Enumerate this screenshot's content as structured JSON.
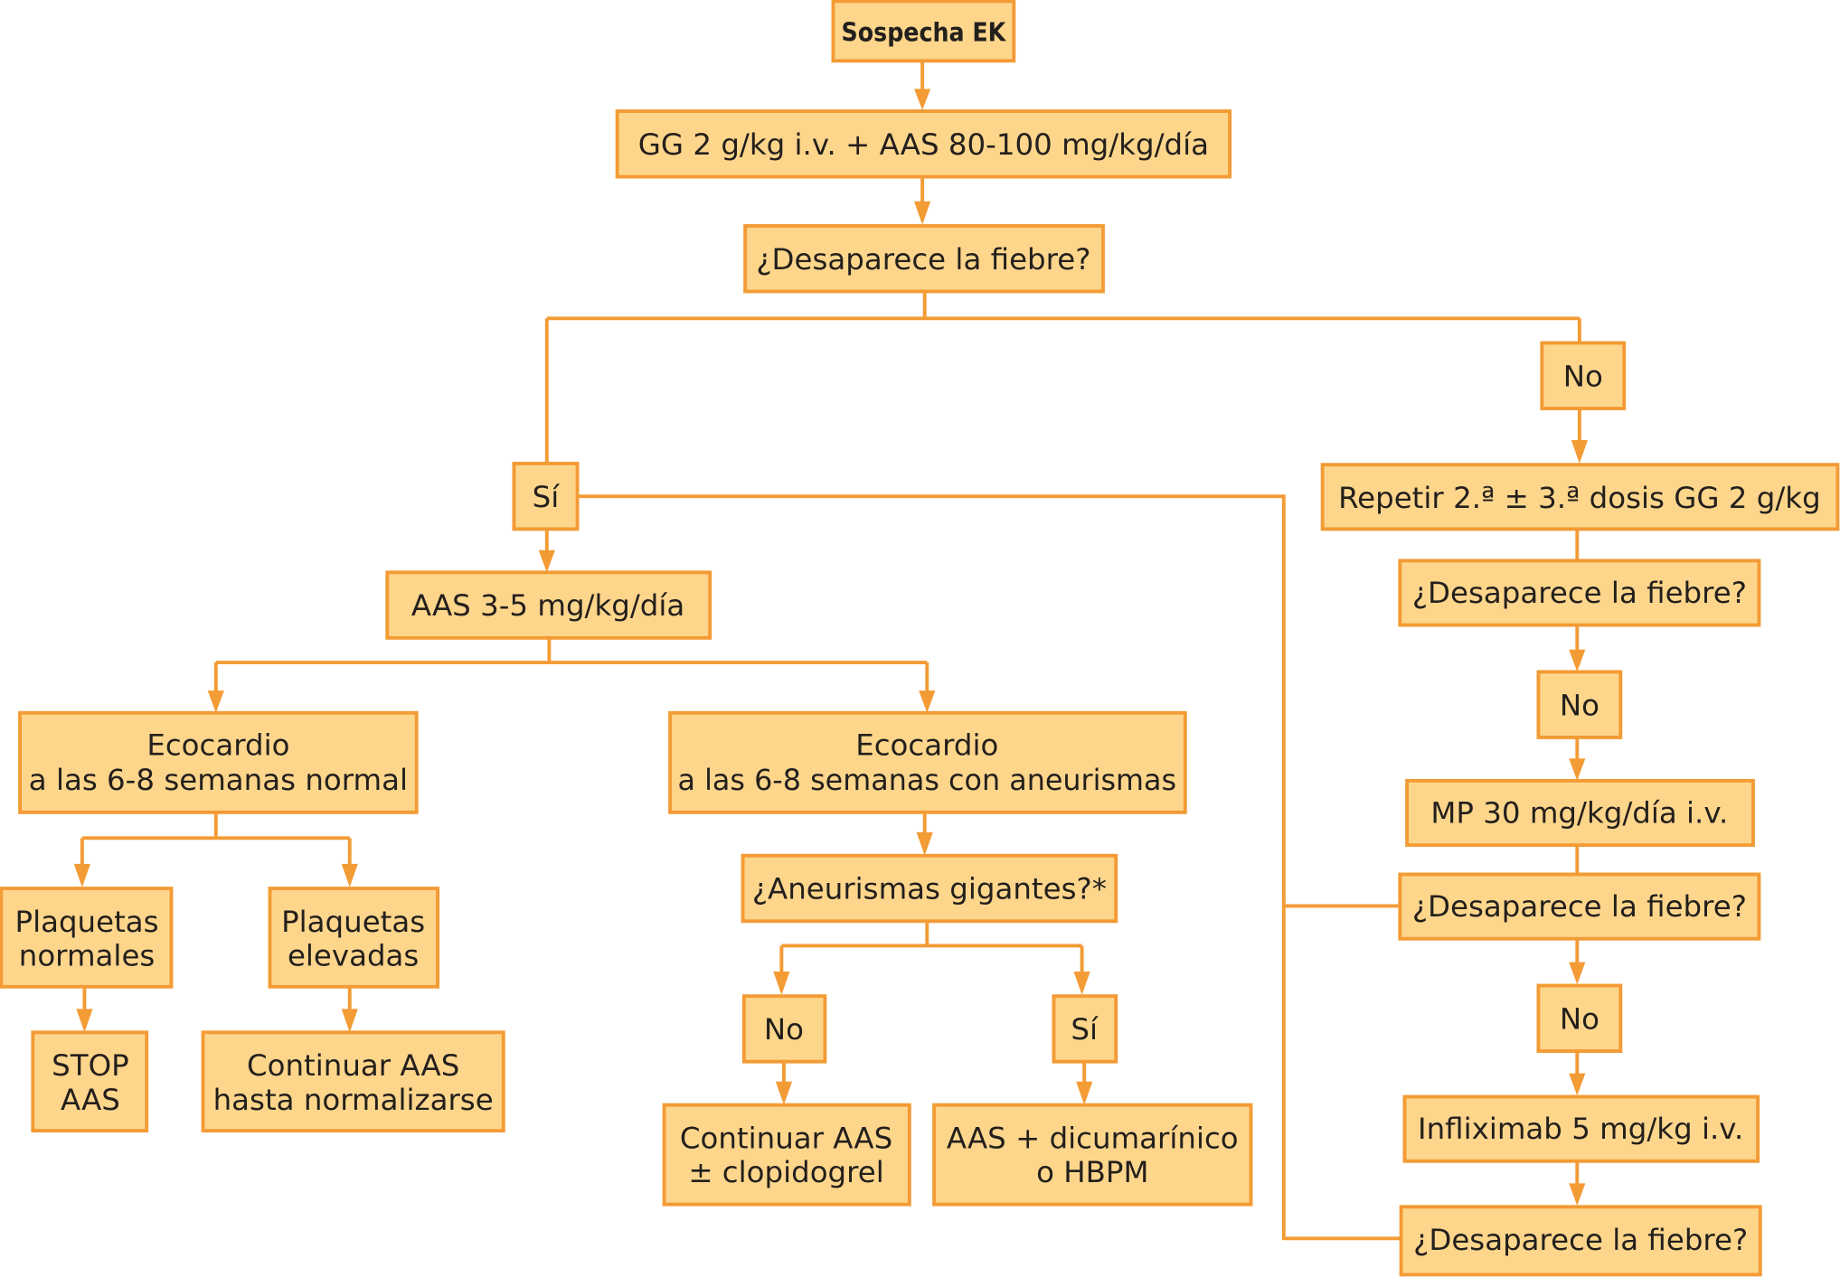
{
  "diagram": {
    "colors": {
      "box_fill": "#FDD68C",
      "box_border": "#F39B35",
      "connector": "#F39B35",
      "text": "#231F1C"
    },
    "nodes": {
      "start": "Sospecha EK",
      "initial_treatment": "GG 2 g/kg i.v. + AAS 80-100 mg/kg/día",
      "fever_q1": "¿Desaparece la fiebre?",
      "no_1": "No",
      "yes_1": "Sí",
      "repeat_dose": "Repetir 2.ª ± 3.ª dosis GG 2 g/kg",
      "fever_q2": "¿Desaparece la fiebre?",
      "no_2": "No",
      "mp": "MP 30 mg/kg/día i.v.",
      "fever_q3": "¿Desaparece la fiebre?",
      "no_3": "No",
      "infliximab": "Infliximab 5 mg/kg i.v.",
      "fever_q4": "¿Desaparece la fiebre?",
      "aas_low": "AAS 3-5 mg/kg/día",
      "echo_normal": [
        "Ecocardio",
        "a las 6-8 semanas normal"
      ],
      "echo_aneurysm": [
        "Ecocardio",
        "a las 6-8 semanas con aneurismas"
      ],
      "platelets_normal": [
        "Plaquetas",
        "normales"
      ],
      "platelets_high": [
        "Plaquetas",
        "elevadas"
      ],
      "stop_aas": [
        "STOP",
        "AAS"
      ],
      "continue_aas_normalize": [
        "Continuar AAS",
        "hasta normalizarse"
      ],
      "giant_aneurysm_q": "¿Aneurismas gigantes?*",
      "no_giant": "No",
      "yes_giant": "Sí",
      "continue_aas_clopi": [
        "Continuar AAS",
        "± clopidogrel"
      ],
      "aas_dicumarinic": [
        "AAS + dicumarínico",
        "o HBPM"
      ]
    }
  }
}
